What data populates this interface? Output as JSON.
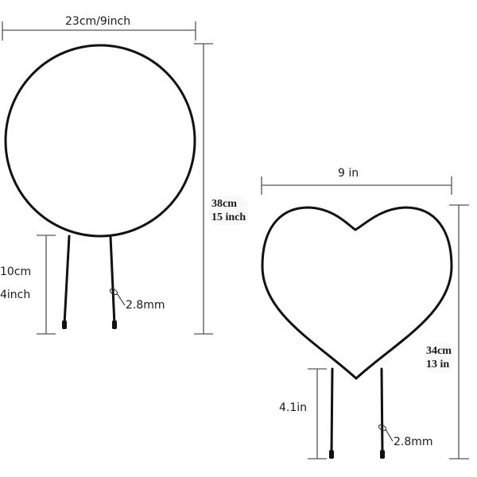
{
  "colors": {
    "background": "#ffffff",
    "wire": "#111111",
    "dimension_line": "#555555",
    "text": "#1a1a1a"
  },
  "circle_trellis": {
    "width_label": "23cm/9inch",
    "height_label_line1": "38cm",
    "height_label_line2": "15 inch",
    "leg_label_line1": "10cm",
    "leg_label_line2": "4inch",
    "wire_label": "2.8mm"
  },
  "heart_trellis": {
    "width_label": "9 in",
    "height_label_line1": "34cm",
    "height_label_line2": "13 in",
    "leg_label": "4.1in",
    "wire_label": "2.8mm"
  }
}
